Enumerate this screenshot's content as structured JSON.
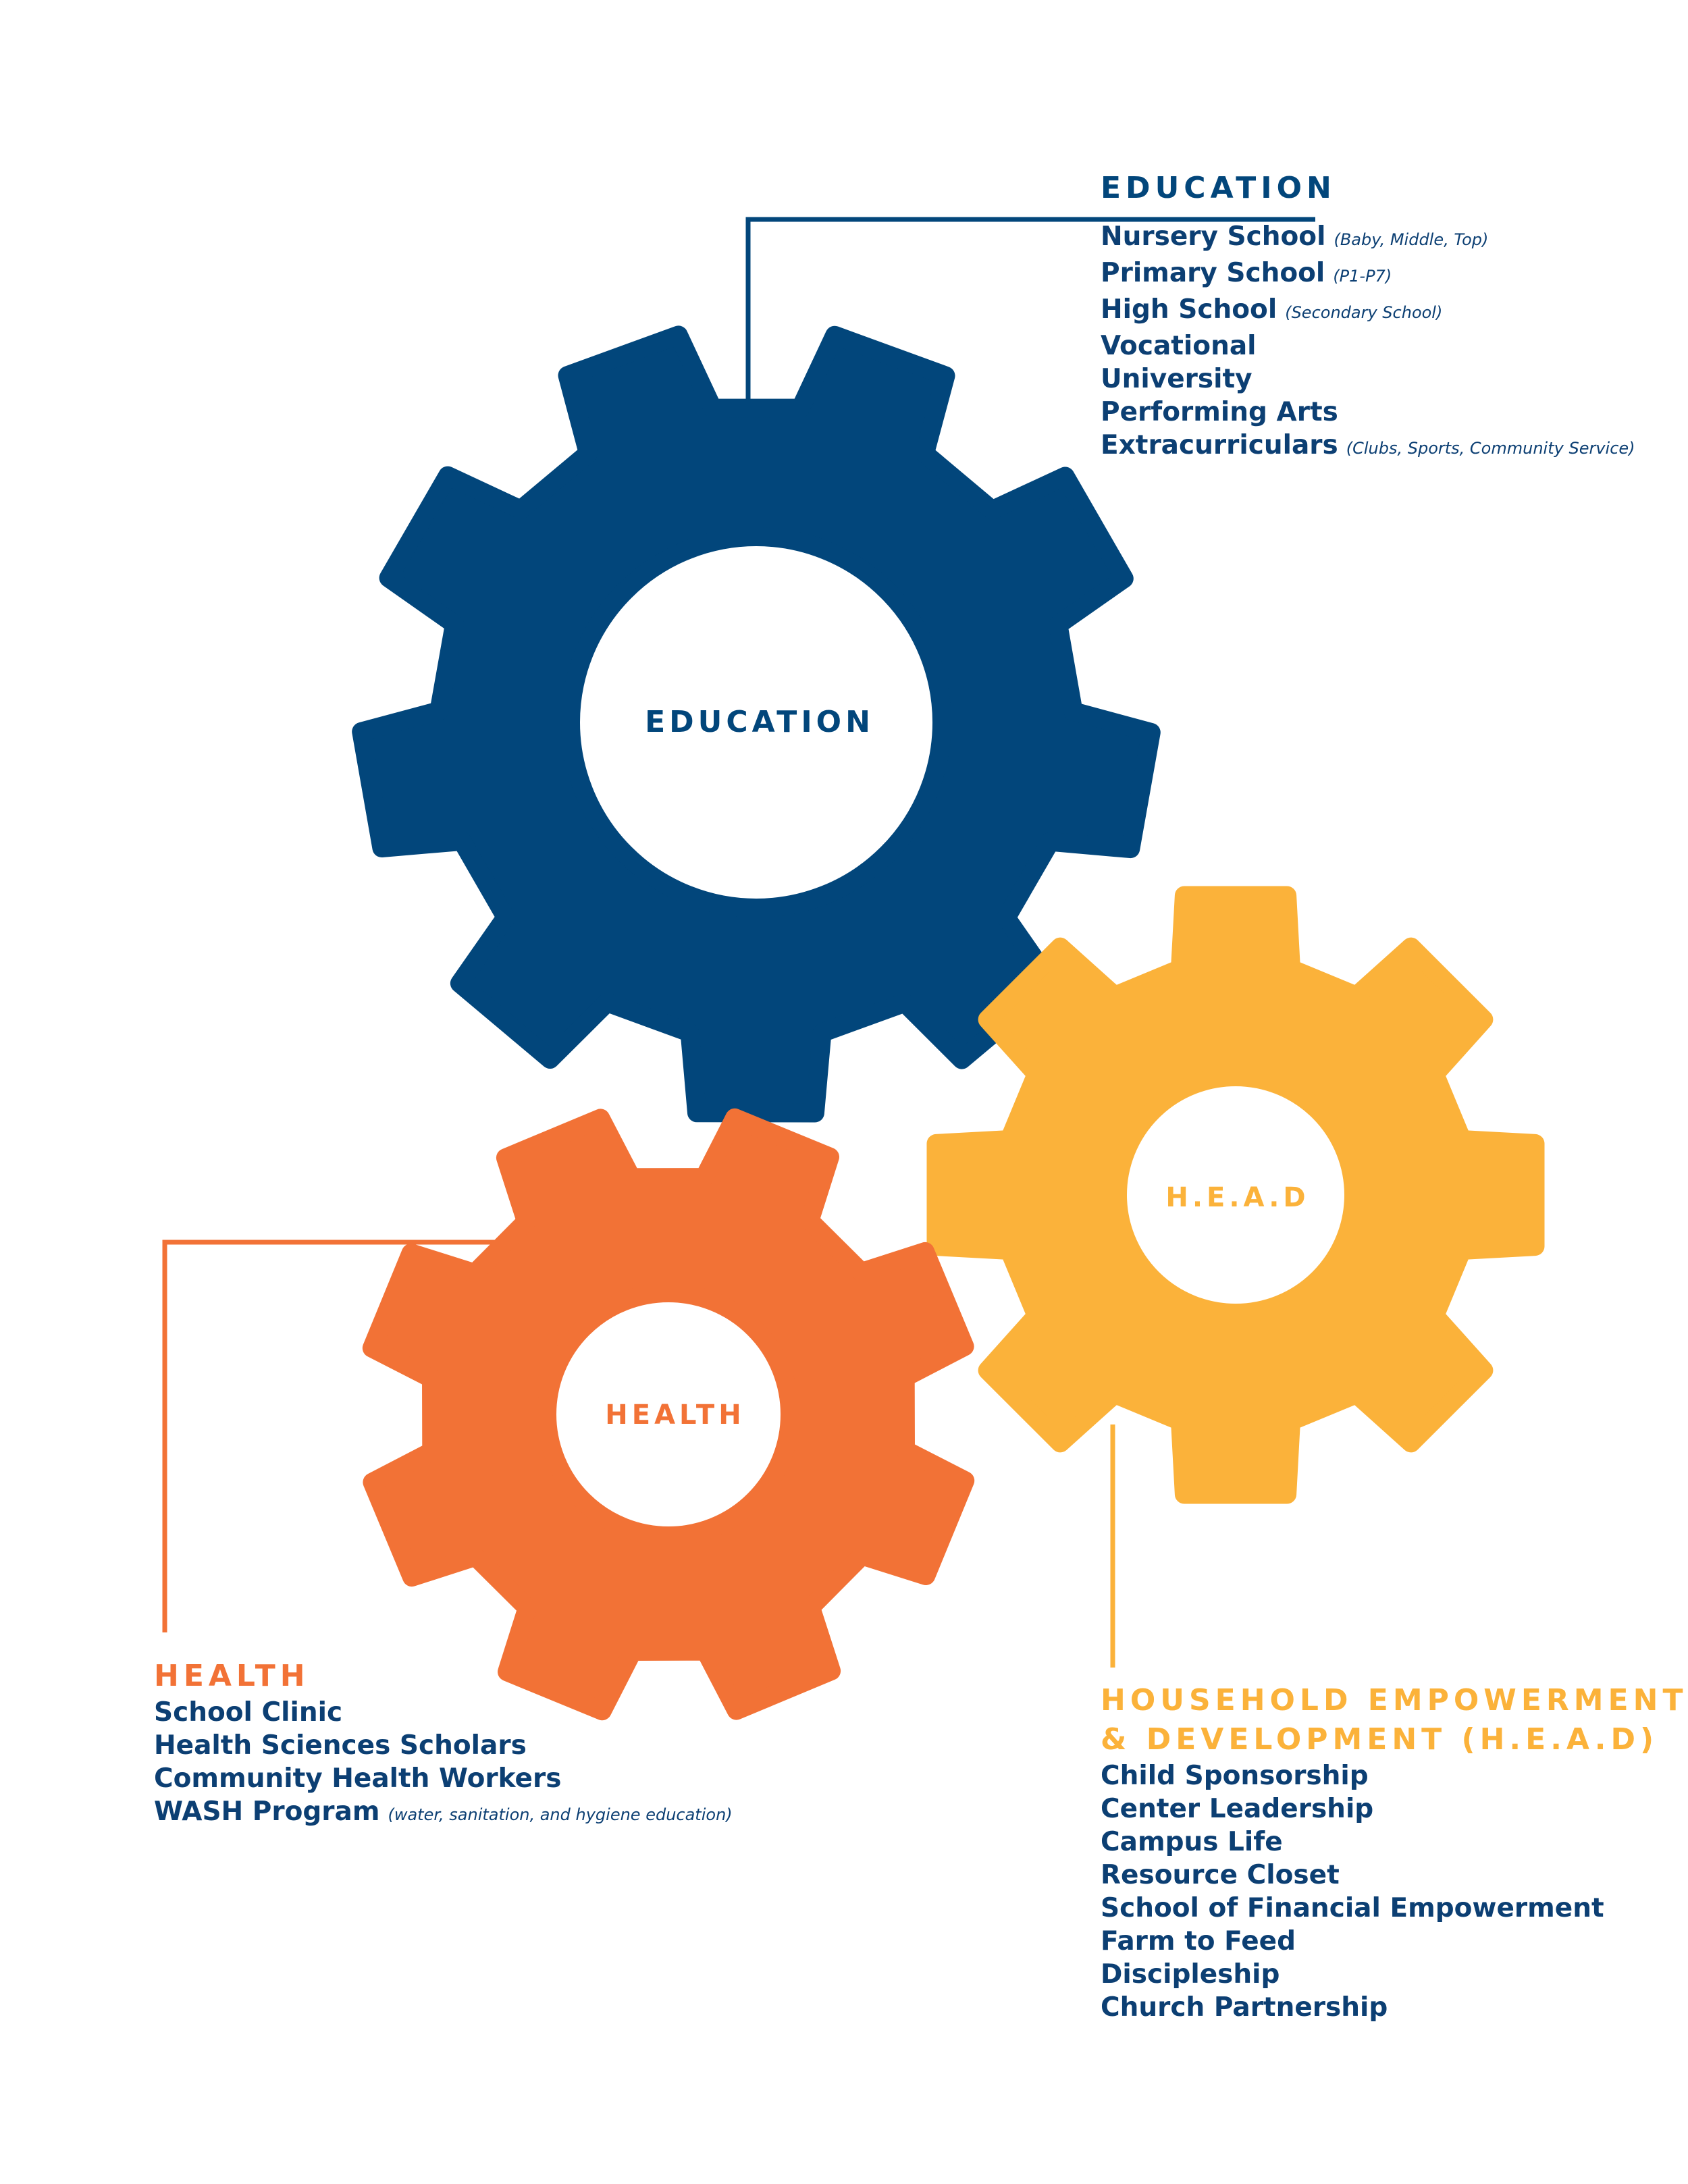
{
  "colors": {
    "education": "#02467b",
    "head": "#fbb23a",
    "health": "#f27236",
    "text": "#0c3f73"
  },
  "gears": {
    "education": {
      "label": "EDUCATION"
    },
    "head": {
      "label": "H.E.A.D"
    },
    "health": {
      "label": "HEALTH"
    }
  },
  "panels": {
    "education": {
      "title": "EDUCATION",
      "items": [
        {
          "label": "Nursery School",
          "note": "(Baby, Middle, Top)"
        },
        {
          "label": "Primary School",
          "note": "(P1-P7)"
        },
        {
          "label": "High School",
          "note": "(Secondary School)"
        },
        {
          "label": "Vocational",
          "note": ""
        },
        {
          "label": "University",
          "note": ""
        },
        {
          "label": "Performing Arts",
          "note": ""
        },
        {
          "label": "Extracurriculars",
          "note": "(Clubs, Sports, Community Service)"
        }
      ]
    },
    "health": {
      "title": "HEALTH",
      "items": [
        {
          "label": "School Clinic",
          "note": ""
        },
        {
          "label": "Health Sciences Scholars",
          "note": ""
        },
        {
          "label": "Community Health Workers",
          "note": ""
        },
        {
          "label": "WASH Program",
          "note": "(water, sanitation, and hygiene education)"
        }
      ]
    },
    "head": {
      "title_line1": "HOUSEHOLD EMPOWERMENT",
      "title_line2": "& DEVELOPMENT (H.E.A.D)",
      "items": [
        {
          "label": "Child Sponsorship",
          "note": ""
        },
        {
          "label": "Center Leadership",
          "note": ""
        },
        {
          "label": "Campus Life",
          "note": ""
        },
        {
          "label": "Resource Closet",
          "note": ""
        },
        {
          "label": "School of Financial Empowerment",
          "note": ""
        },
        {
          "label": "Farm to Feed",
          "note": ""
        },
        {
          "label": "Discipleship",
          "note": ""
        },
        {
          "label": "Church Partnership",
          "note": ""
        }
      ]
    }
  }
}
